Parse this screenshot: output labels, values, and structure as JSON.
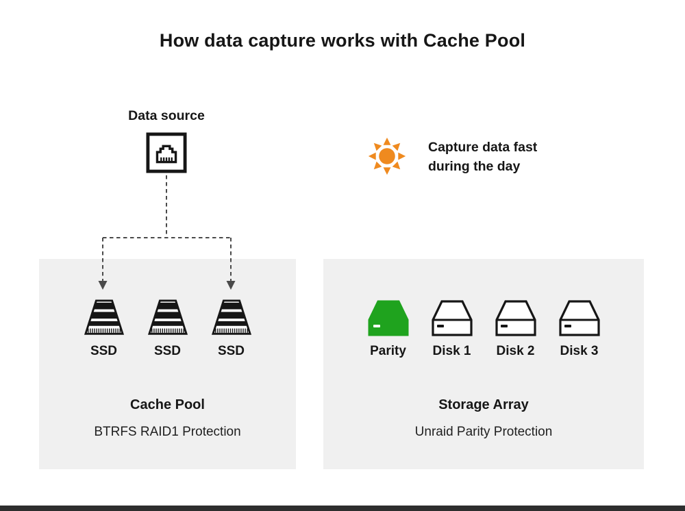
{
  "title": "How data capture works with Cache Pool",
  "data_source": {
    "label": "Data source"
  },
  "day_note": {
    "line1": "Capture data fast",
    "line2": "during the day"
  },
  "cache_pool": {
    "title": "Cache Pool",
    "subtitle": "BTRFS RAID1 Protection",
    "drives": [
      {
        "label": "SSD"
      },
      {
        "label": "SSD"
      },
      {
        "label": "SSD"
      }
    ]
  },
  "storage_array": {
    "title": "Storage Array",
    "subtitle": "Unraid Parity Protection",
    "drives": [
      {
        "label": "Parity",
        "type": "parity"
      },
      {
        "label": "Disk 1",
        "type": "data"
      },
      {
        "label": "Disk 2",
        "type": "data"
      },
      {
        "label": "Disk 3",
        "type": "data"
      }
    ]
  },
  "icons": {
    "data_source": "ethernet-port-icon",
    "day": "sun-icon",
    "cache_drive": "ssd-icon",
    "parity_drive": "parity-disk-icon",
    "data_drive": "disk-icon"
  },
  "colors": {
    "text": "#161616",
    "panel_gray": "#f0f0f0",
    "accent_green": "#1fa31e",
    "sun_orange": "#ef8a1f",
    "connector_gray": "#4a4a4a",
    "bottom_bar": "#2e2e2e"
  }
}
